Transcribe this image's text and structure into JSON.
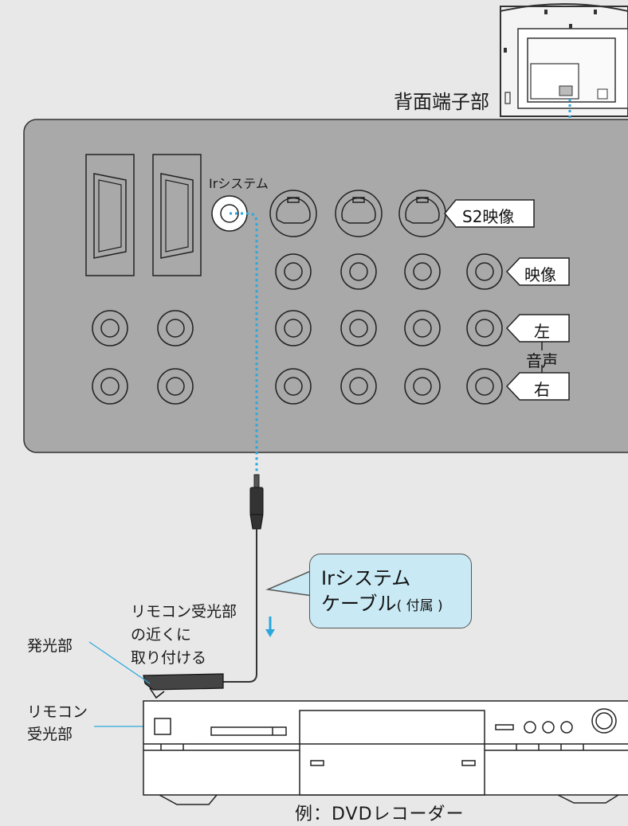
{
  "labels": {
    "rear_terminal": "背面端子部",
    "ir_system": "Irシステム",
    "s2_video": "S2映像",
    "video": "映像",
    "audio_left": "左",
    "audio": "音声",
    "audio_right": "右",
    "cable_line1": "Irシステム",
    "cable_line2": "ケーブル",
    "cable_note": "( 付属 )",
    "attach_line1": "リモコン受光部",
    "attach_line2": "の近くに",
    "attach_line3": "取り付ける",
    "emitter": "発光部",
    "receiver_line1": "リモコン",
    "receiver_line2": "受光部",
    "example": "例：DVDレコーダー"
  },
  "colors": {
    "panel": "#a9a9a9",
    "background": "#e8e8e8",
    "callout": "#c9eaf5",
    "cable_dots": "#2aa7dc",
    "arrow": "#2aa7dc"
  }
}
